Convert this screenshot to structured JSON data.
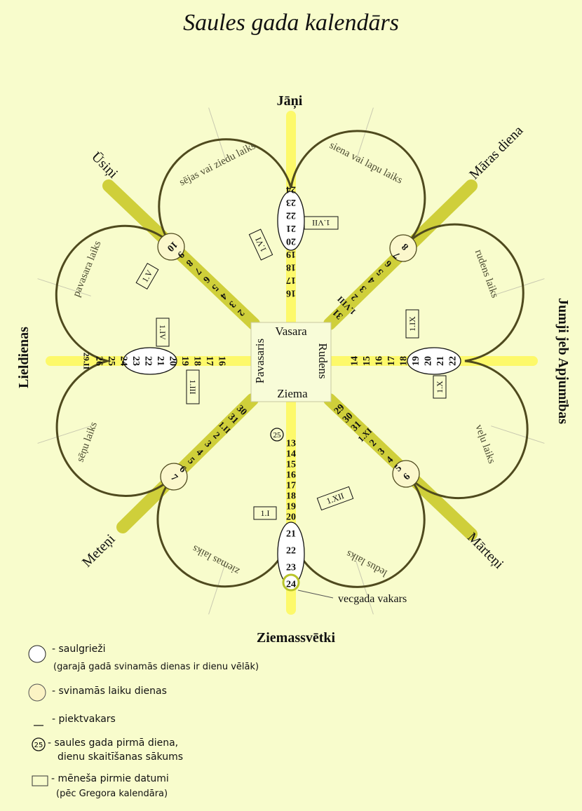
{
  "title": "Saules gada kalendārs",
  "colors": {
    "background": "#f8fccc",
    "axis_yellow": "#fdf96a",
    "diagonal_olive": "#cfcf3a",
    "outline": "#4f4a1e",
    "festival_circle": "#fbf7cc",
    "solstice_circle": "#ffffff"
  },
  "seasons": {
    "top": "Vasara",
    "right": "Rudens",
    "bottom": "Ziema",
    "left": "Pavasaris"
  },
  "festivals": {
    "top": "Jāņi",
    "top_right": "Māras diena",
    "right": "Jumji jeb Apjumības",
    "bottom_right": "Mārteņi",
    "bottom": "Ziemassvētki",
    "bottom_left": "Meteņi",
    "left": "Lieldienas",
    "top_left": "Ūsiņi",
    "new_year_eve": "vecgada vakars"
  },
  "periods": {
    "sowing_flowers": "sējas vai ziedu laiks",
    "hay_leaves": "siena vai lapu laiks",
    "autumn": "rudens laiks",
    "souls": "veļu laiks",
    "ice": "ledus laiks",
    "winter": "ziemas laiks",
    "mushroom": "sēņu laiks",
    "spring": "pavasara laiks"
  },
  "axes": {
    "top": [
      "16",
      "17",
      "18",
      "19",
      "20",
      "21",
      "22",
      "23",
      "24"
    ],
    "bottom": [
      "13",
      "14",
      "15",
      "16",
      "17",
      "18",
      "19",
      "20",
      "21",
      "22",
      "23",
      "24"
    ],
    "left": [
      "16",
      "17",
      "18",
      "19",
      "20",
      "21",
      "22",
      "23",
      "24",
      "25",
      "26",
      "29.II"
    ],
    "right": [
      "14",
      "15",
      "16",
      "17",
      "18",
      "19",
      "20",
      "21",
      "22"
    ],
    "top_left": [
      "2",
      "3",
      "4",
      "5",
      "6",
      "7",
      "8",
      "9",
      "10"
    ],
    "top_right": [
      "31",
      "1.VIII",
      "2",
      "3",
      "4",
      "5",
      "6",
      "7",
      "8"
    ],
    "bottom_right": [
      "29",
      "30",
      "31",
      "1.XI",
      "2",
      "3",
      "4",
      "5",
      "6"
    ],
    "bottom_left": [
      "30",
      "31",
      "1.II",
      "2",
      "3",
      "4",
      "5",
      "6",
      "7"
    ]
  },
  "month_starts": [
    "1.I",
    "1.III",
    "1.IV",
    "1.V",
    "1.VI",
    "1.VII",
    "1.IX",
    "1.X",
    "1.XII"
  ],
  "first_day": "25",
  "legend": [
    {
      "icon": "white-circle",
      "text": "- saulgrieži",
      "sub": "(garajā gadā svinamās dienas ir dienu vēlāk)"
    },
    {
      "icon": "cream-circle",
      "text": "- svinamās laiku dienas",
      "sub": ""
    },
    {
      "icon": "underline",
      "text": "- piektvakars",
      "sub": ""
    },
    {
      "icon": "circled-number",
      "icon_text": "25",
      "text": "- saules gada pirmā diena,",
      "sub": "dienu skaitīšanas sākums"
    },
    {
      "icon": "rectangle",
      "text": "- mēneša pirmie datumi",
      "sub": "(pēc Gregora kalendāra)"
    }
  ]
}
